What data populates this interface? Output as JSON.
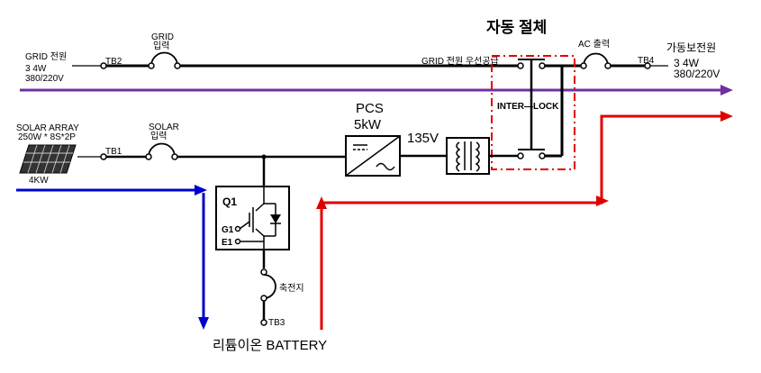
{
  "title": "자동 절체",
  "grid": {
    "source_label": "GRID 전원",
    "source_spec": "3  4W",
    "source_voltage": "380/220V",
    "tb_label": "TB2",
    "breaker_label_1": "GRID",
    "breaker_label_2": "입력",
    "priority_label": "GRID 전원 우선공급"
  },
  "solar": {
    "array_label": "SOLAR ARRAY",
    "array_spec": "250W * 8S*2P",
    "array_power": "4KW",
    "tb_label": "TB1",
    "breaker_label_1": "SOLAR",
    "breaker_label_2": "입력"
  },
  "pcs": {
    "label": "PCS",
    "rating": "5kW",
    "dc_voltage": "135V"
  },
  "interlock_label": "INTER—LOCK",
  "output": {
    "breaker_label": "AC 출력",
    "tb_label": "TB4",
    "load_label": "가동보전원",
    "load_spec": "3  4W",
    "load_voltage": "380/220V"
  },
  "battery": {
    "module_label": "Q1",
    "gate_label": "G1",
    "emitter_label": "E1",
    "fuse_label": "축전지",
    "tb_label": "TB3",
    "name": "리튬이온 BATTERY"
  },
  "colors": {
    "line": "#000000",
    "grid_flow": "#7030a0",
    "solar_flow": "#0000cc",
    "battery_flow": "#e00000",
    "transfer_box": "#e00000"
  }
}
